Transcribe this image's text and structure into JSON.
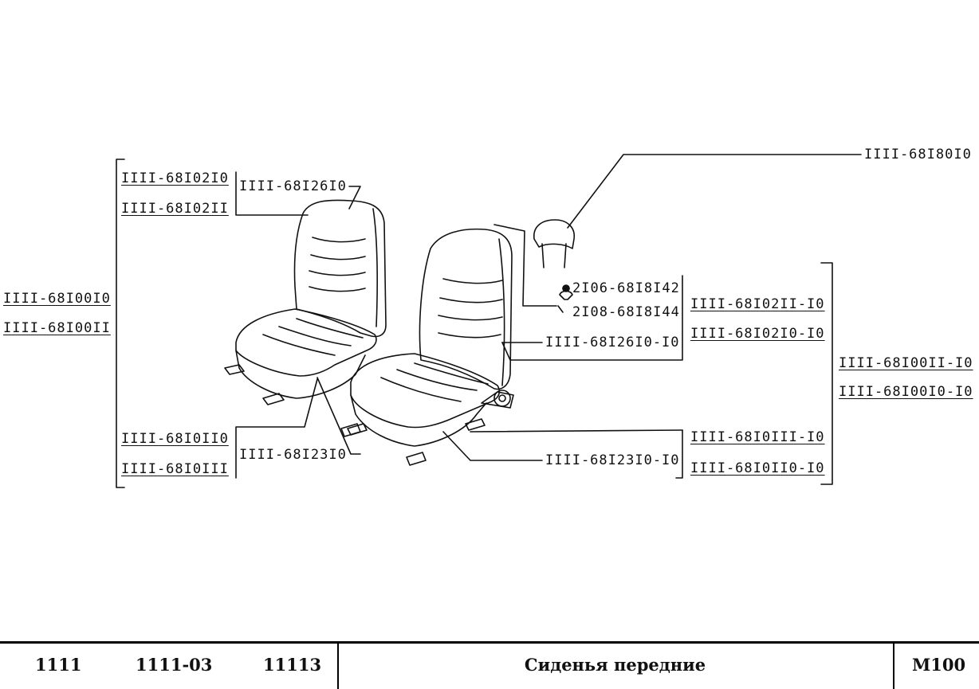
{
  "diagram": {
    "left_seat": {
      "assembly_codes": [
        "IIII-68I00I0",
        "IIII-68I00II"
      ],
      "back_codes": [
        "IIII-68I02I0",
        "IIII-68I02II"
      ],
      "back_cover_code": "IIII-68I26I0",
      "cushion_codes": [
        "IIII-68I0II0",
        "IIII-68I0III"
      ],
      "cushion_cover_code": "IIII-68I23I0"
    },
    "right_seat": {
      "headrest_code": "IIII-68I80I0",
      "headrest_parts": [
        "2I06-68I8I42",
        "2I08-68I8I44"
      ],
      "back_codes": [
        "IIII-68I02II-I0",
        "IIII-68I02I0-I0"
      ],
      "back_cover_code": "IIII-68I26I0-I0",
      "assembly_codes": [
        "IIII-68I00II-I0",
        "IIII-68I00I0-I0"
      ],
      "cushion_codes": [
        "IIII-68I0III-I0",
        "IIII-68I0II0-I0"
      ],
      "cushion_cover_code": "IIII-68I23I0-I0"
    }
  },
  "footer": {
    "models": [
      "1111",
      "1111-03",
      "11113"
    ],
    "title": "Сиденья передние",
    "page_code": "M100"
  }
}
